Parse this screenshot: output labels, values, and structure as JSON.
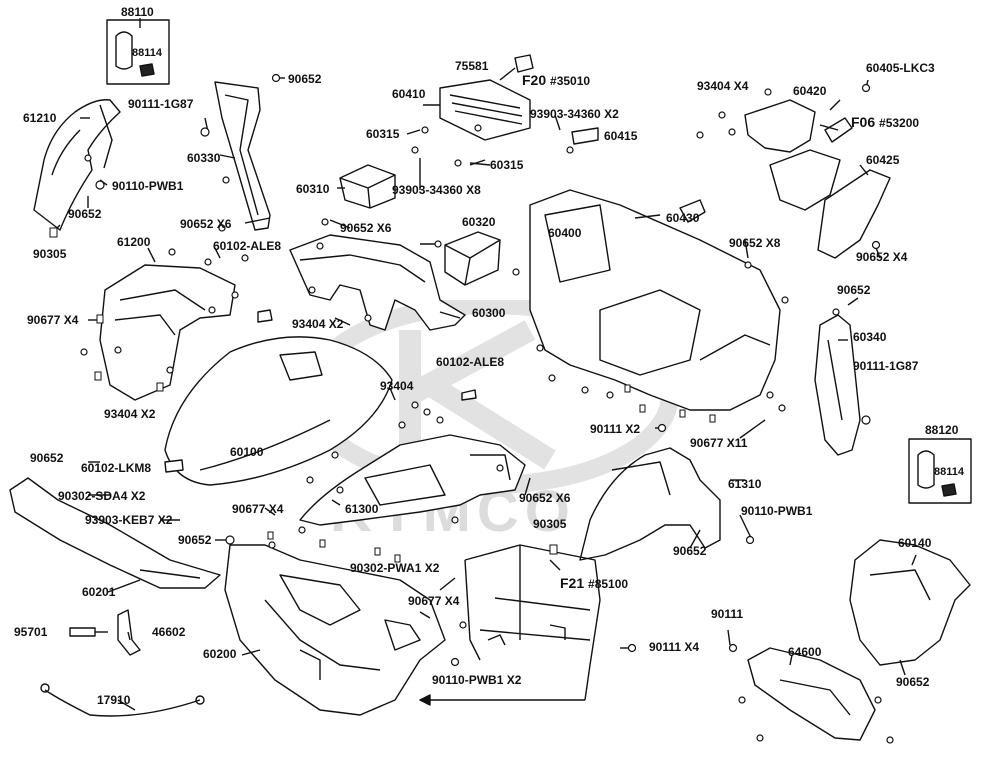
{
  "labels": {
    "p88110": "88110",
    "p88114a": "88114",
    "p61210": "61210",
    "p90111_1g87a": "90111-1G87",
    "p90652a": "90652",
    "p60330": "60330",
    "p90110_pwb1a": "90110-PWB1",
    "p90652b": "90652",
    "p90305a": "90305",
    "p90652x6a": "90652 X6",
    "p61200": "61200",
    "p60102_ale8a": "60102-ALE8",
    "p90677x4a": "90677 X4",
    "p93404x2a": "93404 X2",
    "p60100": "60100",
    "p90652c": "90652",
    "p60102_lkm8": "60102-LKM8",
    "p90302_sda4": "90302-SDA4 X2",
    "p93903_keb7": "93903-KEB7 X2",
    "p90652d": "90652",
    "p60201": "60201",
    "p95701": "95701",
    "p46602": "46602",
    "p17910": "17910",
    "p60200": "60200",
    "p75581": "75581",
    "p60410": "60410",
    "pF20": "F20",
    "pF20ref": "#35010",
    "p60315a": "60315",
    "p93903_x2": "93903-34360 X2",
    "p60415": "60415",
    "p60315b": "60315",
    "p60310": "60310",
    "p93903_x8": "93903-34360 X8",
    "p90652x6b": "90652  X6",
    "p60320": "60320",
    "p60300": "60300",
    "p93404x2b": "93404 X2",
    "p60102_ale8b": "60102-ALE8",
    "p93404": "93404",
    "p61300": "61300",
    "p90677x4b": "90677 X4",
    "p90302_pwa1": "90302-PWA1 X2",
    "p90677x4c": "90677 X4",
    "p90652x6c": "90652 X6",
    "p90305b": "90305",
    "pF21": "F21",
    "pF21ref": "#85100",
    "p90110_pwb1x2": "90110-PWB1 X2",
    "p93404x4": "93404 X4",
    "p60420": "60420",
    "pF06": "F06",
    "pF06ref": "#53200",
    "p60405": "60405-LKC3",
    "p60425": "60425",
    "p60400": "60400",
    "p60430": "60430",
    "p90652x8": "90652 X8",
    "p90652x4": "90652 X4",
    "p90652e": "90652",
    "p60340": "60340",
    "p90111_1g87b": "90111-1G87",
    "p90111x2": "90111 X2",
    "p90677x11": "90677  X11",
    "p88120": "88120",
    "p88114b": "88114",
    "p61310": "61310",
    "p90110_pwb1b": "90110-PWB1",
    "p90652f": "90652",
    "p90111x4": "90111 X4",
    "p90111": "90111",
    "p64600": "64600",
    "p60140": "60140",
    "p90652g": "90652"
  },
  "watermark": {
    "text": "KYMCO"
  }
}
